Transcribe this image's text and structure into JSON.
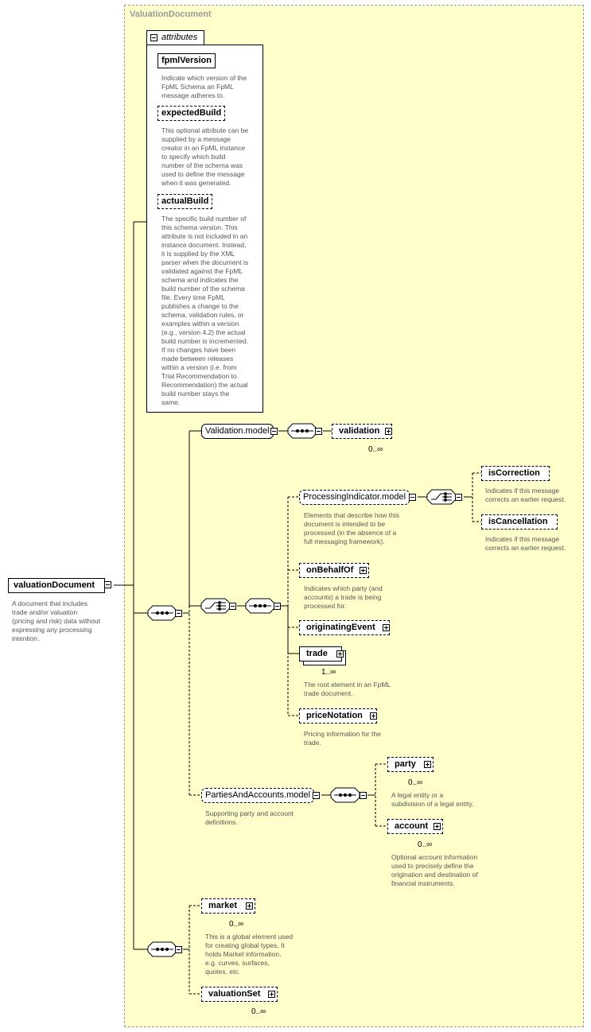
{
  "diagram": {
    "title": "ValuationDocument",
    "root": {
      "name": "valuationDocument",
      "doc": [
        "A document that includes",
        "trade and/or valuation",
        "(pricing and risk) data without",
        "expressing any processing",
        "intention."
      ]
    },
    "attributes": {
      "tab_label": "attributes",
      "items": [
        {
          "name": "fpmlVersion",
          "doc": [
            "Indicate which version of the",
            "FpML Schema an FpML",
            "message adheres to."
          ]
        },
        {
          "name": "expectedBuild",
          "doc": [
            "This optional attribute can be",
            "supplied by a message",
            "creator in an FpML instance",
            "to specify which build",
            "number of the schema was",
            "used to define the message",
            "when it was generated."
          ]
        },
        {
          "name": "actualBuild",
          "doc": [
            "The specific build number of",
            "this schema version. This",
            "attribute is not included in an",
            "instance document. Instead,",
            "it is supplied by the XML",
            "parser when the document is",
            "validated against the FpML",
            "schema and indicates the",
            "build number of the schema",
            "file. Every time FpML",
            "publishes a change to the",
            "schema, validation rules, or",
            "examples within a version",
            "(e.g., version 4.2) the actual",
            "build number is incremented.",
            "If no changes have been",
            "made between releases",
            "within a version (i.e. from",
            "Trial Recommendation to",
            "Recommendation) the actual",
            "build number stays the",
            "same."
          ]
        }
      ]
    },
    "validation_model": {
      "name": "Validation.model",
      "element": "validation",
      "cardinality": "0..∞"
    },
    "processing_indicator": {
      "name": "ProcessingIndicator.model",
      "doc": [
        "Elements that describe how this",
        "document is intended to be",
        "processed (in the absence of a",
        "full messaging framework)."
      ],
      "is_correction": {
        "name": "isCorrection",
        "doc": [
          "Indicates if this message",
          "corrects an earlier request."
        ]
      },
      "is_cancellation": {
        "name": "isCancellation",
        "doc": [
          "Indicates if this message",
          "corrects an earlier request."
        ]
      }
    },
    "on_behalf_of": {
      "name": "onBehalfOf",
      "doc": [
        "Indicates which party (and",
        "accounts) a trade is being",
        "processed for."
      ]
    },
    "originating_event": {
      "name": "originatingEvent"
    },
    "trade": {
      "name": "trade",
      "cardinality": "1..∞",
      "doc": [
        "The root element in an FpML",
        "trade document."
      ]
    },
    "price_notation": {
      "name": "priceNotation",
      "doc": [
        "Pricing information for the",
        "trade."
      ]
    },
    "parties_and_accounts": {
      "name": "PartiesAndAccounts.model",
      "doc": [
        "Supporting party and account",
        "definitions."
      ],
      "party": {
        "name": "party",
        "cardinality": "0..∞",
        "doc": [
          "A legal entity or a",
          "subdivision of a legal entity."
        ]
      },
      "account": {
        "name": "account",
        "cardinality": "0..∞",
        "doc": [
          "Optional account information",
          "used to precisely define the",
          "origination and destination of",
          "financial instruments."
        ]
      }
    },
    "market": {
      "name": "market",
      "cardinality": "0..∞",
      "doc": [
        "This is a global element used",
        "for creating global types. It",
        "holds Market information,",
        "e.g. curves, surfaces,",
        "quotes, etc."
      ]
    },
    "valuation_set": {
      "name": "valuationSet",
      "cardinality": "0..∞"
    },
    "colors": {
      "background_panel": "#ffffcc",
      "panel_border": "#999999",
      "doc_text": "#555555",
      "title_text": "#999999"
    }
  }
}
